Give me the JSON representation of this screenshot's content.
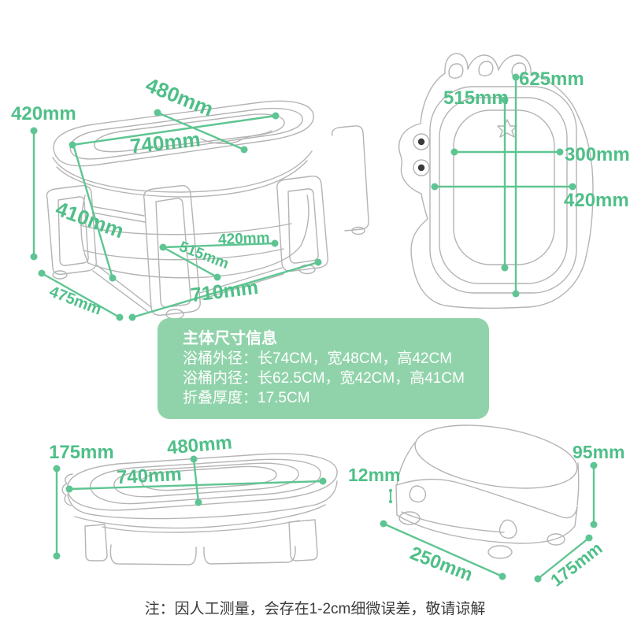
{
  "colors": {
    "accent": "#4fbf88",
    "dim_line": "#5ec592",
    "box_bg": "#90d3aa",
    "box_text": "#ffffff",
    "line_art": "#b4b4b4",
    "note_text": "#3b3b3b"
  },
  "figures": {
    "open_tub": {
      "height": "420mm",
      "top_width": "480mm",
      "top_length": "740mm",
      "side_height": "410mm",
      "inner_width": "420mm",
      "inner_length": "515mm",
      "bottom_length": "710mm",
      "bottom_width": "475mm"
    },
    "top_view": {
      "outer_length": "625mm",
      "inner_length": "515mm",
      "inner_width": "300mm",
      "outer_width": "420mm"
    },
    "folded_top": {
      "height": "175mm",
      "width": "480mm",
      "length": "740mm"
    },
    "folded_side": {
      "lip": "12mm",
      "height": "95mm",
      "length": "250mm",
      "depth": "175mm"
    }
  },
  "info_box": {
    "title": "主体尺寸信息",
    "line1": "浴桶外径：长74CM，宽48CM，高42CM",
    "line2": "浴桶内径：长62.5CM，宽42CM，高41CM",
    "line3": "折叠厚度：17.5CM"
  },
  "note": "注：因人工测量，会存在1-2cm细微误差，敬请谅解"
}
